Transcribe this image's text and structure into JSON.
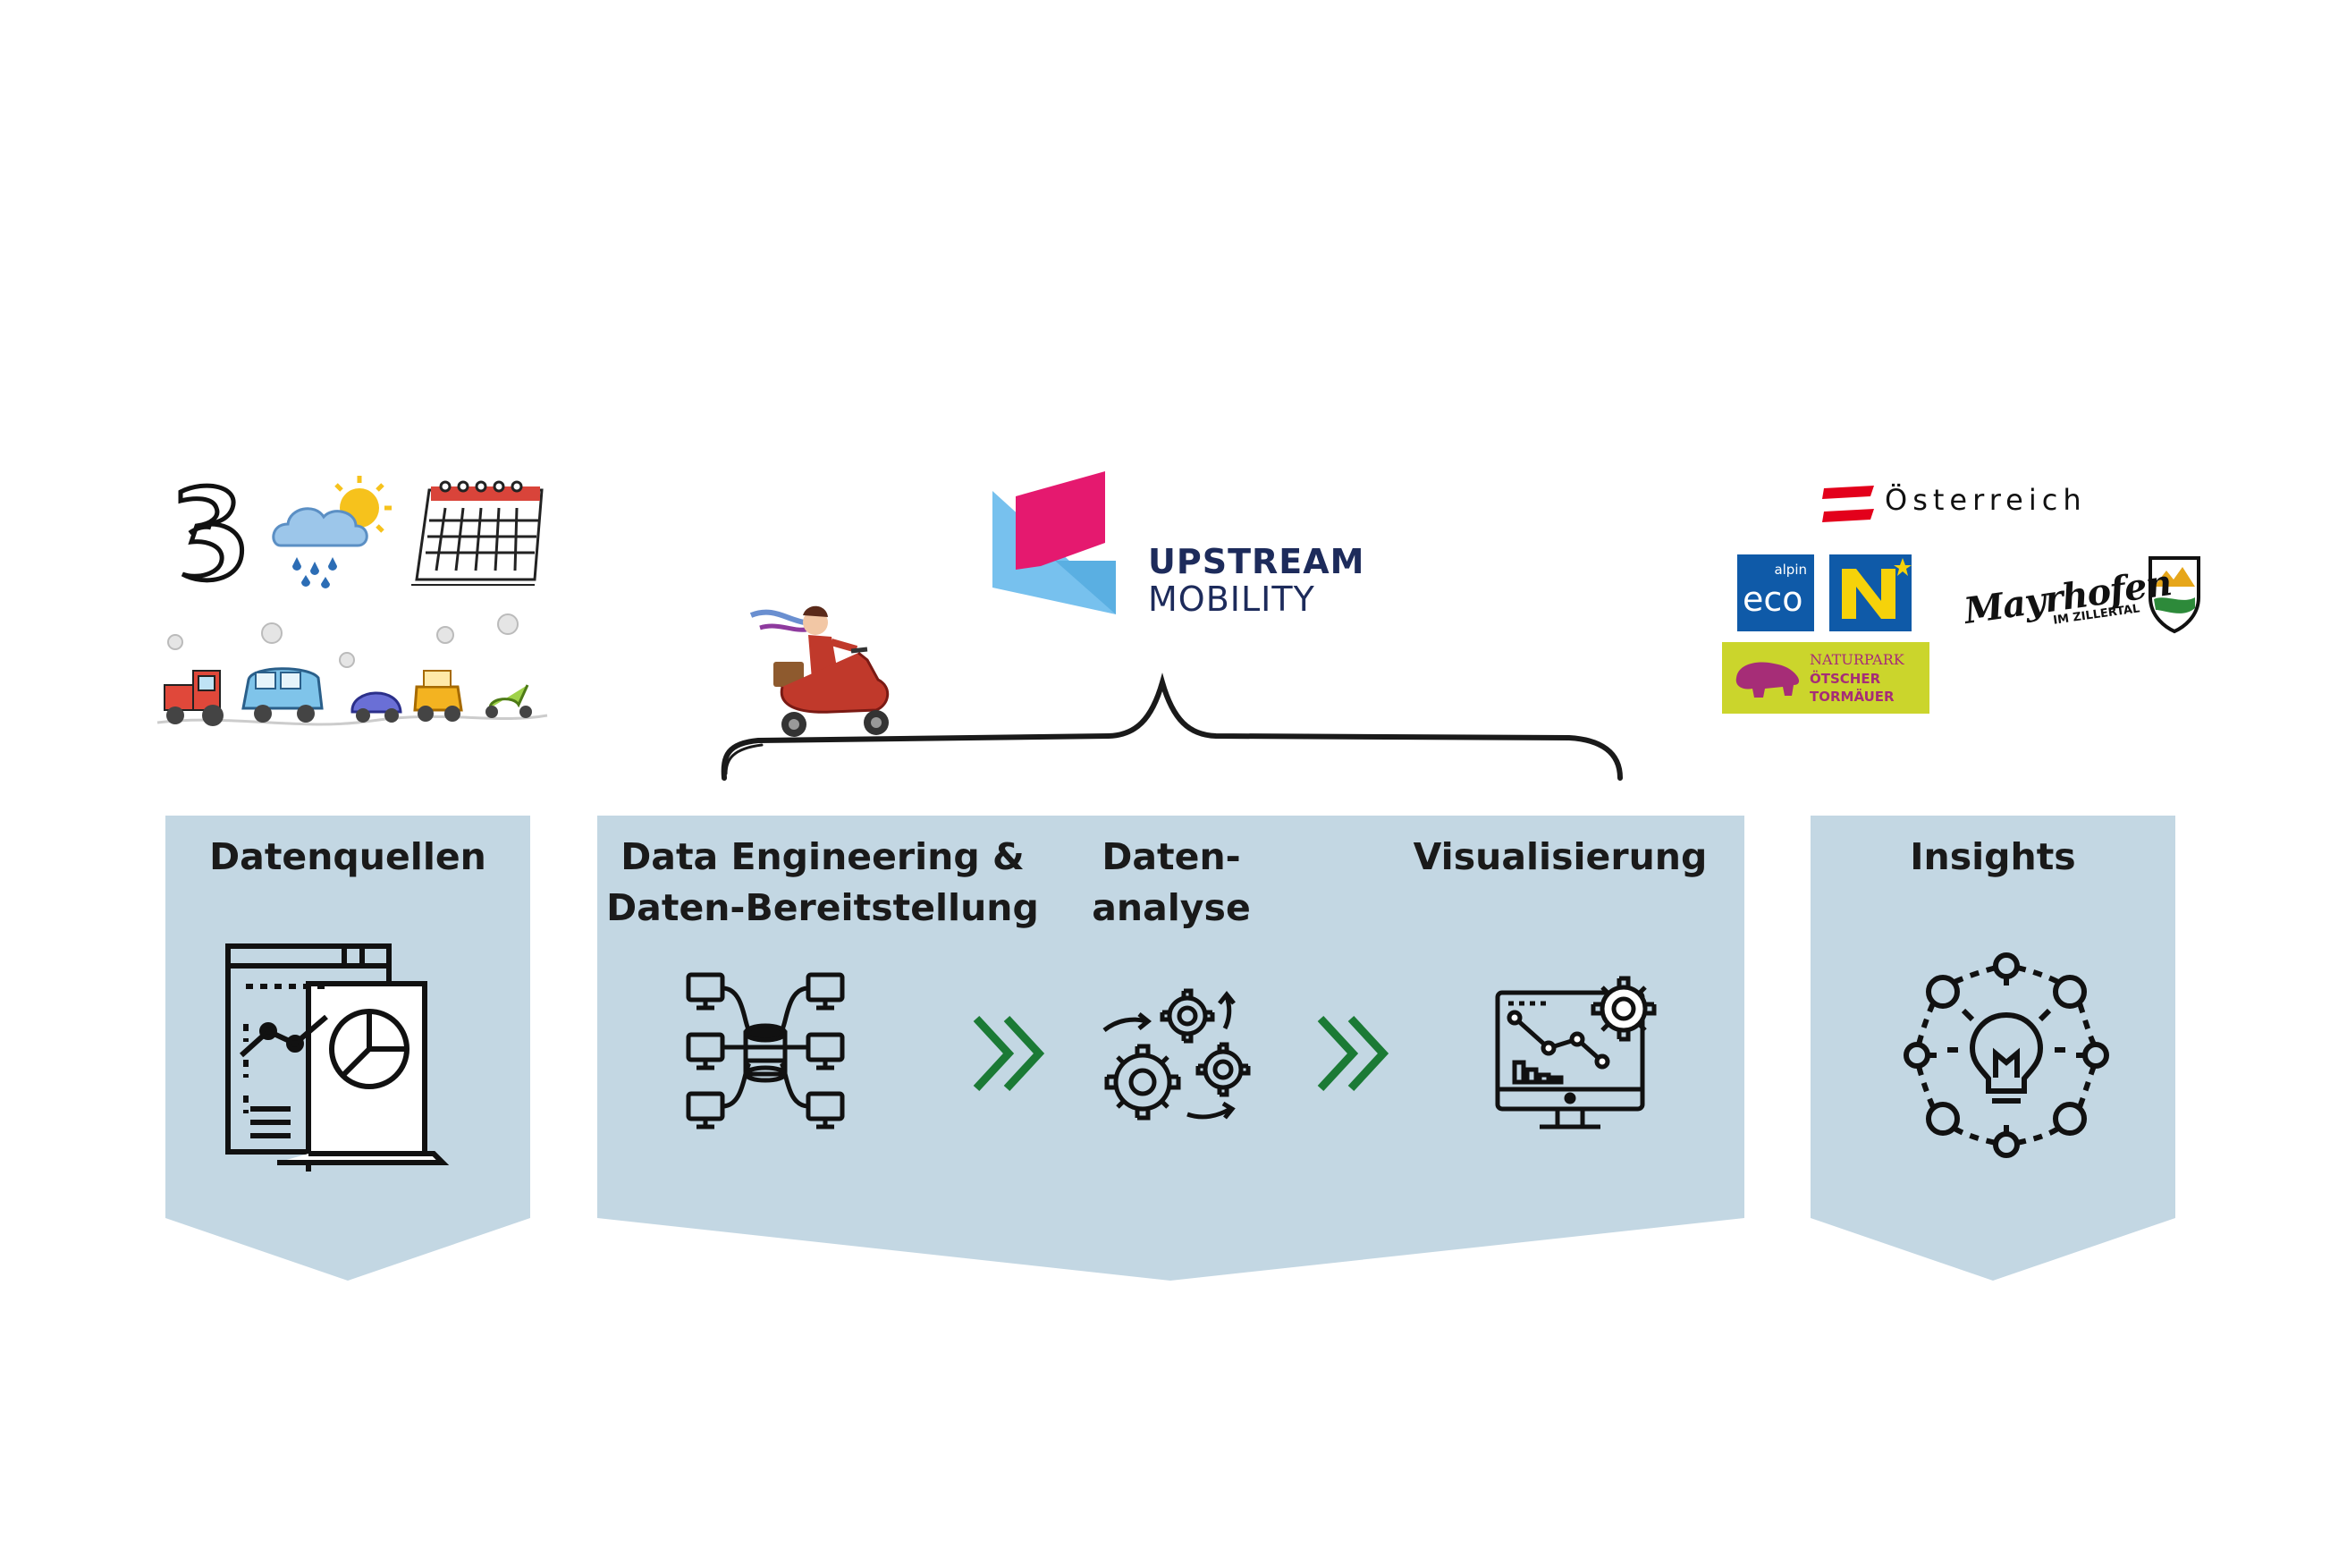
{
  "stages": {
    "sources": {
      "title": "Datenquellen",
      "icon": "report-chart-icon"
    },
    "engineering": {
      "title_line1": "Data Engineering &",
      "title_line2": "Daten-Bereitstellung",
      "icon": "network-database-icon"
    },
    "analysis": {
      "title_line1": "Daten-",
      "title_line2": "analyse",
      "icon": "gears-cycle-icon"
    },
    "visualization": {
      "title": "Visualisierung",
      "icon": "monitor-analytics-icon"
    },
    "insights": {
      "title": "Insights",
      "icon": "lightbulb-network-icon"
    }
  },
  "brand": {
    "line1": "UPSTREAM",
    "line2": "MOBILITY"
  },
  "partners": {
    "austria": "Österreich",
    "alpin_eco_small": "alpin",
    "alpin_eco_big": "eco",
    "naturpark_line1": "NATURPARK",
    "naturpark_line2": "ÖTSCHER",
    "naturpark_line3": "TORMÄUER",
    "mayrhofen": "Mayrhofen",
    "mayrhofen_sub": "IM ZILLERTAL"
  },
  "source_icons": [
    "three-logo-icon",
    "weather-icon",
    "calendar-icon",
    "vehicles-icon"
  ],
  "colors": {
    "panel": "#c3d7e3",
    "arrow": "#1b7a35",
    "brand_blue": "#77c1ee",
    "brand_pink": "#e5196f",
    "brand_navy": "#1d2b5b"
  }
}
